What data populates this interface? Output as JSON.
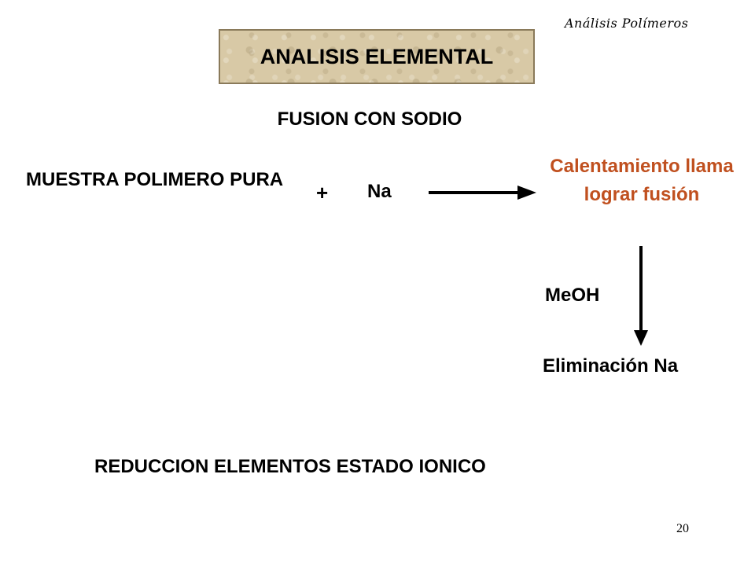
{
  "header": {
    "corner_title": "Análisis Polímeros",
    "title": "ANALISIS ELEMENTAL"
  },
  "subtitle": "FUSION CON SODIO",
  "reaction": {
    "sample": "MUESTRA POLIMERO PURA",
    "plus": "+",
    "reagent": "Na",
    "heating": "Calentamiento llama lograr fusión",
    "solvent": "MeOH",
    "removal": "Eliminación Na"
  },
  "conclusion": "REDUCCION ELEMENTOS ESTADO IONICO",
  "page_number": "20",
  "colors": {
    "heating_text": "#c0501f",
    "title_box": "#d8c9a6"
  }
}
